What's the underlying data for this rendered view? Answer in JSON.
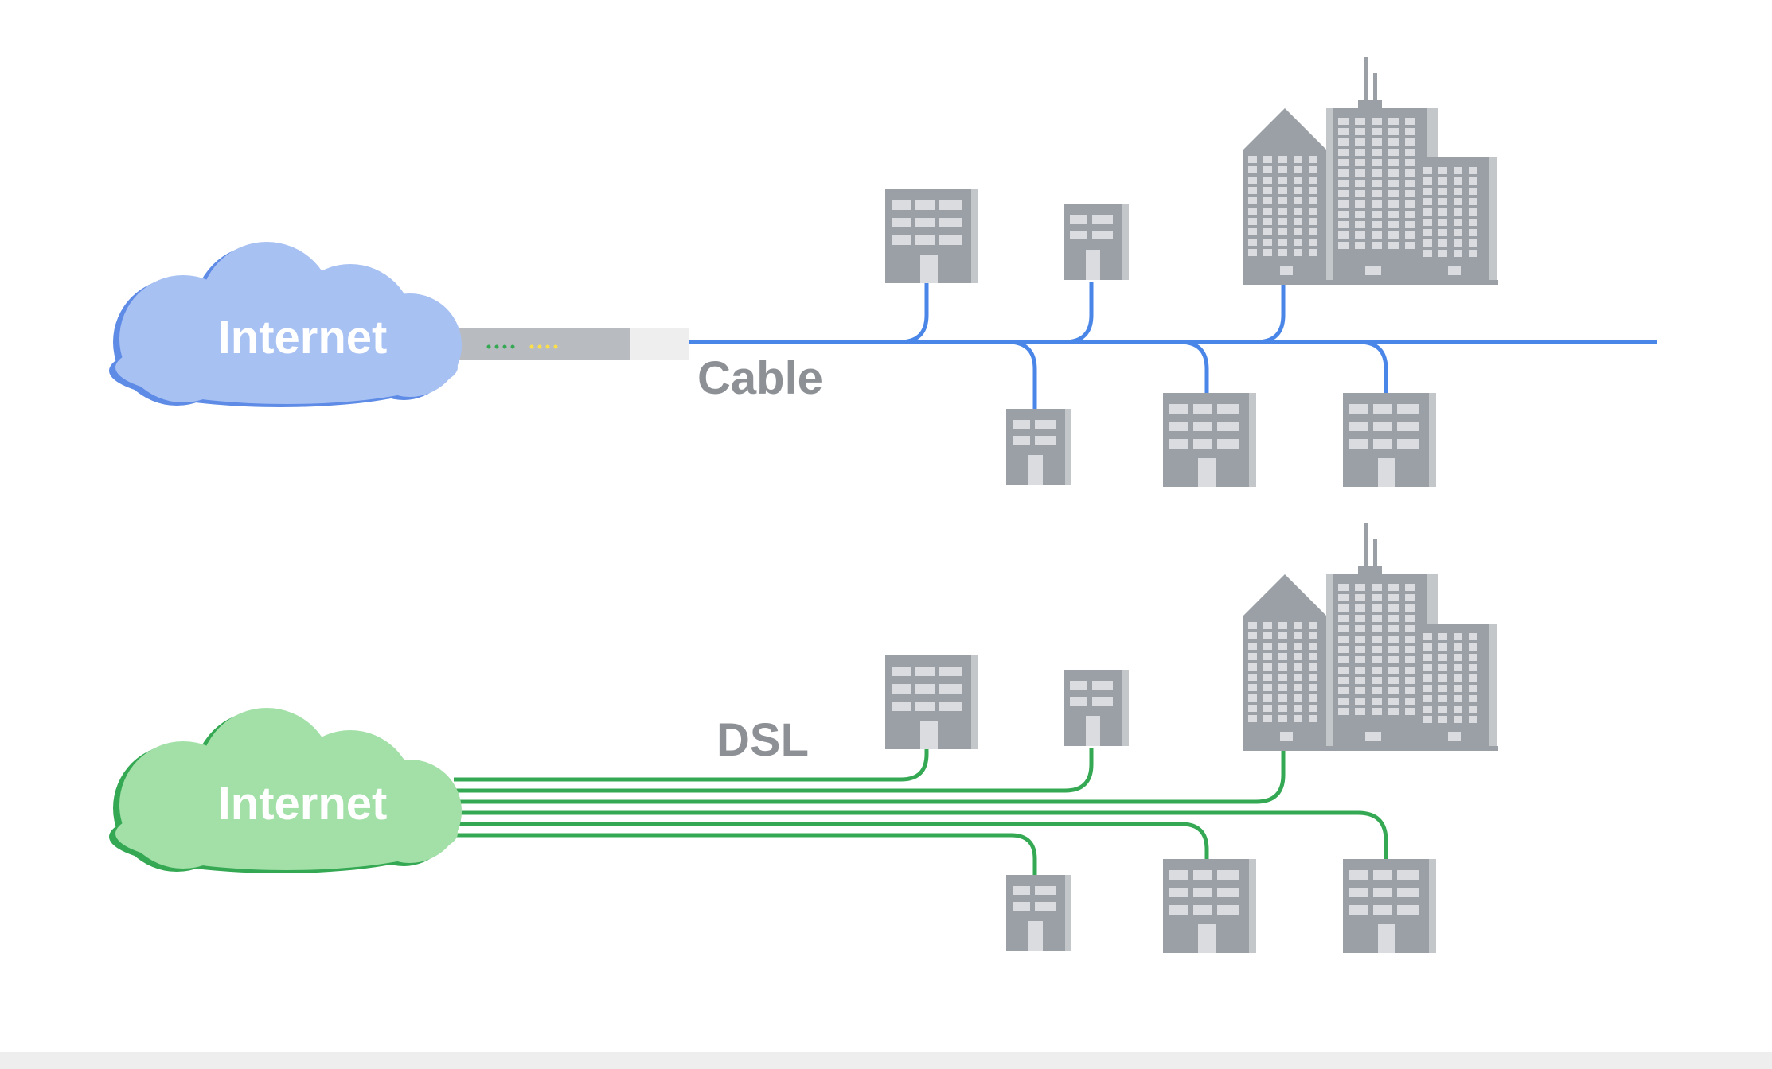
{
  "cable_section": {
    "cloud_label": "Internet",
    "line_label": "Cable",
    "cloud_colors": {
      "fill": "#a8c1f3",
      "shadow": "#5e8be6"
    },
    "line_color": "#4a86e8",
    "modem_colors": {
      "body": "#b8bcc0",
      "end": "#eeeeee",
      "led_green": "#34a853",
      "led_yellow": "#fde047"
    }
  },
  "dsl_section": {
    "cloud_label": "Internet",
    "line_label": "DSL",
    "cloud_colors": {
      "fill": "#a3e0a8",
      "shadow": "#34a853"
    },
    "line_color": "#34a853"
  },
  "building_colors": {
    "body": "#9aa0a6",
    "side": "#c4c7ca",
    "window": "#dadce0"
  },
  "label_color": "#8d9196",
  "cloud_text_color": "#ffffff"
}
